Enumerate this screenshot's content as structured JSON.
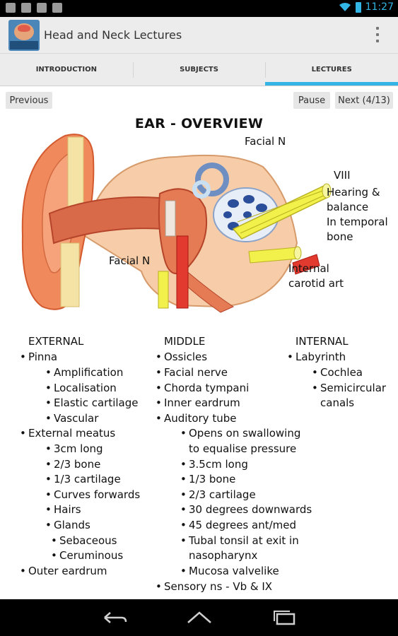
{
  "status_bar": {
    "time": "11:27",
    "accent": "#33b5e5"
  },
  "action_bar": {
    "title": "Head and Neck Lectures",
    "logo_icon": "instant-anatomy-logo"
  },
  "tabs": [
    {
      "label": "INTRODUCTION",
      "active": false
    },
    {
      "label": "SUBJECTS",
      "active": false
    },
    {
      "label": "LECTURES",
      "active": true
    }
  ],
  "controls": {
    "previous": "Previous",
    "pause": "Pause",
    "next": "Next (4/13)"
  },
  "slide": {
    "title": "EAR - OVERVIEW",
    "labels": {
      "facial_n_top": "Facial N",
      "viii": "VIII",
      "hearing": "Hearing &",
      "balance": "balance",
      "in_temporal": "In temporal",
      "bone": "bone",
      "facial_n_left": "Facial N",
      "internal": "Internal",
      "carotid": "carotid art"
    },
    "external": {
      "heading": "EXTERNAL",
      "items": [
        "Pinna",
        "Amplification",
        "Localisation",
        "Elastic cartilage",
        "Vascular",
        "External meatus",
        "3cm long",
        "2/3 bone",
        "1/3 cartilage",
        "Curves forwards",
        "Hairs",
        "Glands",
        "Sebaceous",
        "Ceruminous",
        "Outer eardrum"
      ]
    },
    "middle": {
      "heading": "MIDDLE",
      "items": [
        "Ossicles",
        "Facial nerve",
        "Chorda tympani",
        "Inner eardrum",
        "Auditory tube",
        "Opens on swallowing",
        "to equalise pressure",
        "3.5cm long",
        "1/3 bone",
        "2/3 cartilage",
        "30 degrees downwards",
        "45 degrees ant/med",
        "Tubal tonsil at exit in",
        "nasopharynx",
        "Mucosa valvelike",
        "Sensory ns - Vb & IX"
      ]
    },
    "internal": {
      "heading": "INTERNAL",
      "items": [
        "Labyrinth",
        "Cochlea",
        "Semicircular",
        "canals"
      ]
    }
  }
}
